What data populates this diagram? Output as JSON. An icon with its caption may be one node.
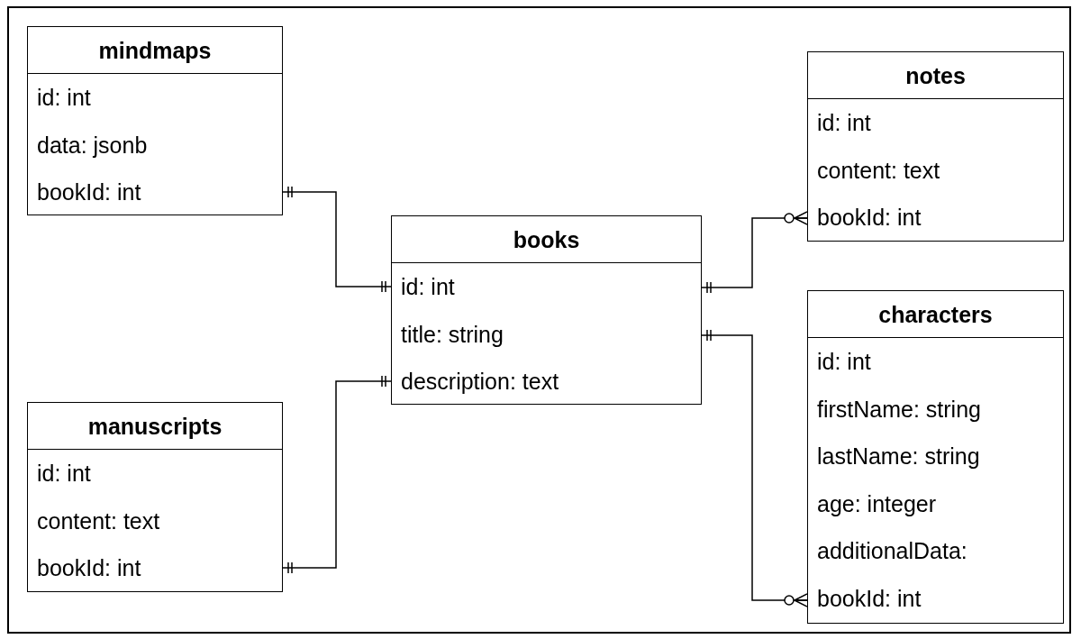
{
  "diagram": {
    "nodes": [
      {
        "text": [
          "mindmaps",
          "id: int",
          "data: jsonb",
          "bookId: int"
        ]
      },
      {
        "text": [
          "notes",
          "id: int",
          "content: text",
          "bookId: int"
        ]
      },
      {
        "text": [
          "books",
          "id: int",
          "title: string",
          "description: text"
        ]
      },
      {
        "text": [
          "characters",
          "id: int",
          "firstName: string",
          "lastName: string",
          "age: integer",
          "additionalData:",
          "bookId: int"
        ]
      },
      {
        "text": [
          "manuscripts",
          "id: int",
          "content: text",
          "bookId: int"
        ]
      }
    ],
    "edges": [
      {
        "from": 0,
        "to": 2,
        "arrow": "other"
      },
      {
        "from": 2,
        "to": 1,
        "arrow": "other"
      },
      {
        "from": 2,
        "to": 3,
        "arrow": "other"
      },
      {
        "from": 4,
        "to": 2,
        "arrow": "other"
      }
    ]
  }
}
